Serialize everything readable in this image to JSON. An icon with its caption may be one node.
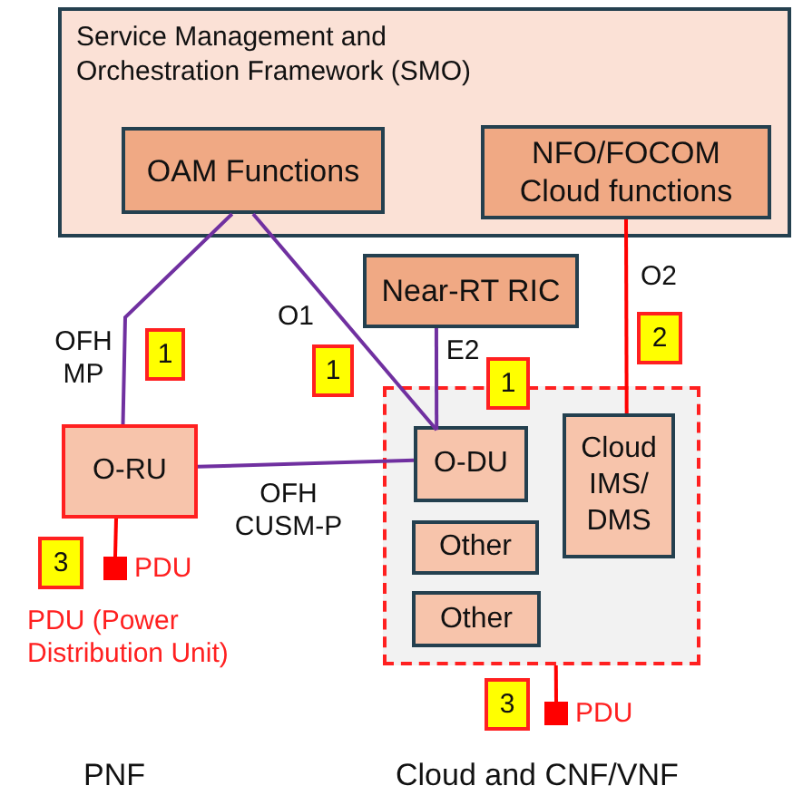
{
  "diagram": {
    "nodes": [
      {
        "text": [
          "Service Management and Orchestration Framework (SMO)"
        ]
      },
      {
        "text": [
          "OAM Functions"
        ],
        "in": 0
      },
      {
        "text": [
          "NFO/FOCOM Cloud functions"
        ],
        "in": 0
      },
      {
        "text": [
          "Near-RT RIC"
        ]
      },
      {
        "text": [
          "O-RU"
        ]
      },
      {
        "text": [],
        "shape": "box"
      },
      {
        "text": [
          "O-DU"
        ],
        "in": 5
      },
      {
        "text": [
          "Cloud IMS/ DMS"
        ],
        "in": 5
      },
      {
        "text": [
          "Other"
        ],
        "in": 5
      },
      {
        "text": [
          "Other"
        ],
        "in": 5
      },
      {
        "text": [],
        "shape": "box",
        "beside": [
          "PDU"
        ]
      },
      {
        "text": [],
        "shape": "box",
        "beside": [
          "PDU"
        ]
      }
    ],
    "edges": [
      {
        "from": 1,
        "to": 4,
        "arrow": "none",
        "label": "OFH MP"
      },
      {
        "from": 1,
        "to": 6,
        "arrow": "none",
        "label": "O1"
      },
      {
        "from": 3,
        "to": 6,
        "arrow": "none",
        "label": "E2"
      },
      {
        "from": 4,
        "to": 6,
        "arrow": "none",
        "label": "OFH CUSM-P"
      },
      {
        "from": 2,
        "to": 7,
        "arrow": "none",
        "label": "O2",
        "color": "#ff0000"
      },
      {
        "from": 4,
        "to": 10,
        "arrow": "none",
        "color": "#ff0000"
      },
      {
        "from": 5,
        "to": 11,
        "arrow": "none",
        "color": "#ff0000"
      }
    ],
    "labels": [
      "1",
      "1",
      "1",
      "2",
      "3",
      "PDU (Power Distribution Unit)",
      "3",
      "PNF",
      "Cloud and CNF/VNF"
    ]
  }
}
